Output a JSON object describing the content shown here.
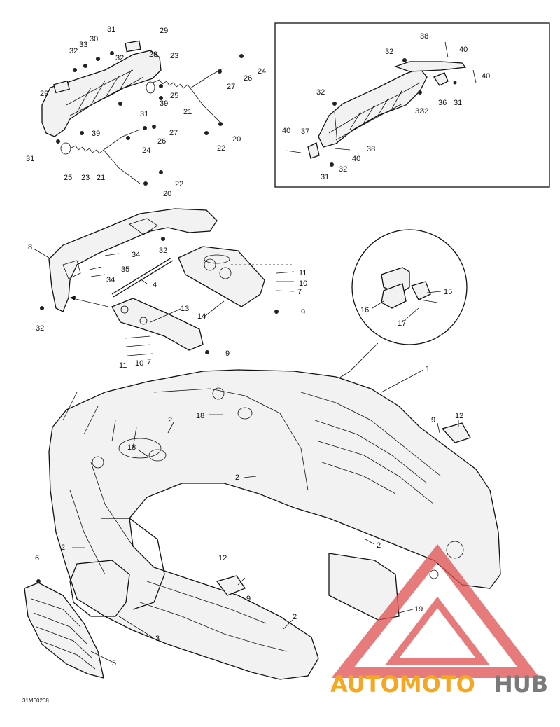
{
  "diagram_ref": "31M60208",
  "watermark": {
    "part1": "AUTOMOTO",
    "part2": "HUB",
    "color1": "#f5a623",
    "color2": "#7a7a7a",
    "logo_color": "#e05050"
  },
  "callouts": {
    "c1": "1",
    "c2a": "2",
    "c2b": "2",
    "c2c": "2",
    "c2d": "2",
    "c2e": "2",
    "c3": "3",
    "c4": "4",
    "c5": "5",
    "c6": "6",
    "c7a": "7",
    "c7b": "7",
    "c8": "8",
    "c9a": "9",
    "c9b": "9",
    "c9c": "9",
    "c9d": "9",
    "c10a": "10",
    "c10b": "10",
    "c11a": "11",
    "c11b": "11",
    "c12a": "12",
    "c12b": "12",
    "c13": "13",
    "c14": "14",
    "c15": "15",
    "c16": "16",
    "c17": "17",
    "c18a": "18",
    "c18b": "18",
    "c19": "19",
    "c20a": "20",
    "c20b": "20",
    "c21a": "21",
    "c21b": "21",
    "c22a": "22",
    "c22b": "22",
    "c23a": "23",
    "c23b": "23",
    "c24a": "24",
    "c24b": "24",
    "c25a": "25",
    "c25b": "25",
    "c26a": "26",
    "c26b": "26",
    "c27a": "27",
    "c27b": "27",
    "c28": "28",
    "c29a": "29",
    "c29b": "29",
    "c30": "30",
    "c31a": "31",
    "c31b": "31",
    "c31c": "31",
    "c31d": "31",
    "c31e": "31",
    "c32a": "32",
    "c32b": "32",
    "c32c": "32",
    "c32d": "32",
    "c32e": "32",
    "c32f": "32",
    "c32g": "32",
    "c32h": "32",
    "c32i": "32",
    "c33": "33",
    "c34a": "34",
    "c34b": "34",
    "c35": "35",
    "c36": "36",
    "c37": "37",
    "c38a": "38",
    "c38b": "38",
    "c39a": "39",
    "c39b": "39",
    "c40a": "40",
    "c40b": "40",
    "c40c": "40",
    "c40d": "40"
  }
}
